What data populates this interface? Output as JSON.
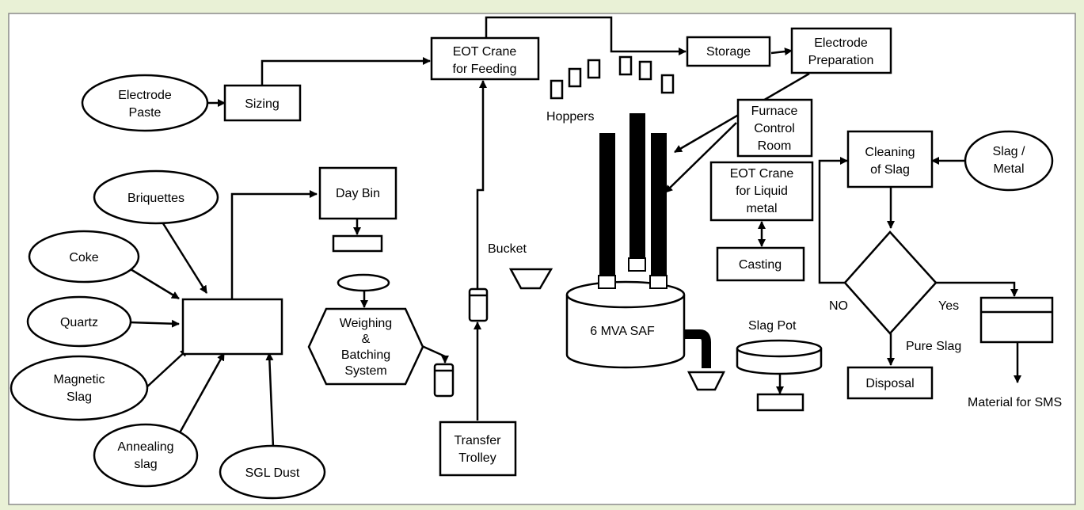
{
  "colors": {
    "outer_background": "#e9f1d6",
    "canvas": "#ffffff",
    "stroke": "#000000"
  },
  "nodes": {
    "electrode_paste": [
      "Electrode",
      "Paste"
    ],
    "sizing": "Sizing",
    "eot_feeding": [
      "EOT Crane",
      "for Feeding"
    ],
    "storage": "Storage",
    "electrode_preparation": [
      "Electrode",
      "Preparation"
    ],
    "hoppers": "Hoppers",
    "furnace_control_room": [
      "Furnace",
      "Control",
      "Room"
    ],
    "cleaning_of_slag": [
      "Cleaning",
      "of Slag"
    ],
    "slag_metal": [
      "Slag /",
      "Metal"
    ],
    "eot_liquid": [
      "EOT Crane",
      "for Liquid",
      "metal"
    ],
    "casting": "Casting",
    "day_bin": "Day Bin",
    "briquettes": "Briquettes",
    "coke": "Coke",
    "quartz": "Quartz",
    "magnetic_slag": [
      "Magnetic",
      "Slag"
    ],
    "annealing_slag": [
      "Annealing",
      "slag"
    ],
    "sgl_dust": "SGL Dust",
    "weighing_batching": [
      "Weighing",
      "&",
      "Batching",
      "System"
    ],
    "bucket": "Bucket",
    "transfer_trolley": [
      "Transfer",
      "Trolley"
    ],
    "saf": "6 MVA SAF",
    "slag_pot": "Slag Pot",
    "no_label": "NO",
    "yes_label": "Yes",
    "pure_slag": "Pure Slag",
    "disposal": "Disposal",
    "material_sms": "Material for SMS"
  }
}
